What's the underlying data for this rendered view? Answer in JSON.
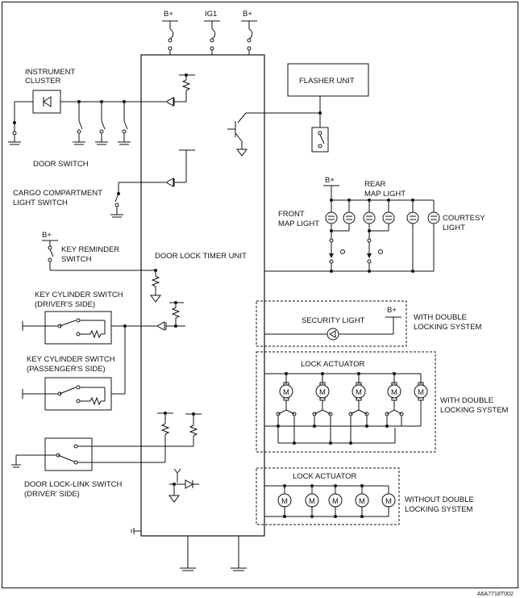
{
  "supply": {
    "bplus_1": "B+",
    "ig1": "IG1",
    "bplus_2": "B+"
  },
  "labels": {
    "instrument_cluster_1": "INSTRUMENT",
    "instrument_cluster_2": "CLUSTER",
    "door_switch": "DOOR SWITCH",
    "cargo_1": "CARGO COMPARTMENT",
    "cargo_2": "LIGHT SWITCH",
    "key_reminder_bplus": "B+",
    "key_reminder_1": "KEY REMINDER",
    "key_reminder_2": "SWITCH",
    "timer_unit": "DOOR LOCK TIMER UNIT",
    "key_cyl_driver_1": "KEY CYLINDER SWITCH",
    "key_cyl_driver_2": "(DRIVER'S SIDE)",
    "key_cyl_pass_1": "KEY CYLINDER SWITCH",
    "key_cyl_pass_2": "(PASSENGER'S SIDE)",
    "link_switch_1": "DOOR LOCK-LINK SWITCH",
    "link_switch_2": "(DRIVER' SIDE)",
    "flasher_unit": "FLASHER UNIT",
    "map_bplus": "B+",
    "rear_map_1": "REAR",
    "rear_map_2": "MAP LIGHT",
    "front_map_1": "FRONT",
    "front_map_2": "MAP LIGHT",
    "courtesy_1": "COURTESY",
    "courtesy_2": "LIGHT",
    "security_light": "SECURITY LIGHT",
    "security_bplus": "B+",
    "with_dls_1a": "WITH DOUBLE",
    "with_dls_1b": "LOCKING SYSTEM",
    "lock_actuator_1": "LOCK ACTUATOR",
    "with_dls_2a": "WITH DOUBLE",
    "with_dls_2b": "LOCKING SYSTEM",
    "lock_actuator_2": "LOCK ACTUATOR",
    "without_dls_a": "WITHOUT DOUBLE",
    "without_dls_b": "LOCKING SYSTEM",
    "ref_code": "A6A7718T002"
  },
  "icons": {
    "motor_symbol": "M",
    "lamp_symbol": "lamp-icon",
    "ground_symbol": "ground-icon"
  }
}
